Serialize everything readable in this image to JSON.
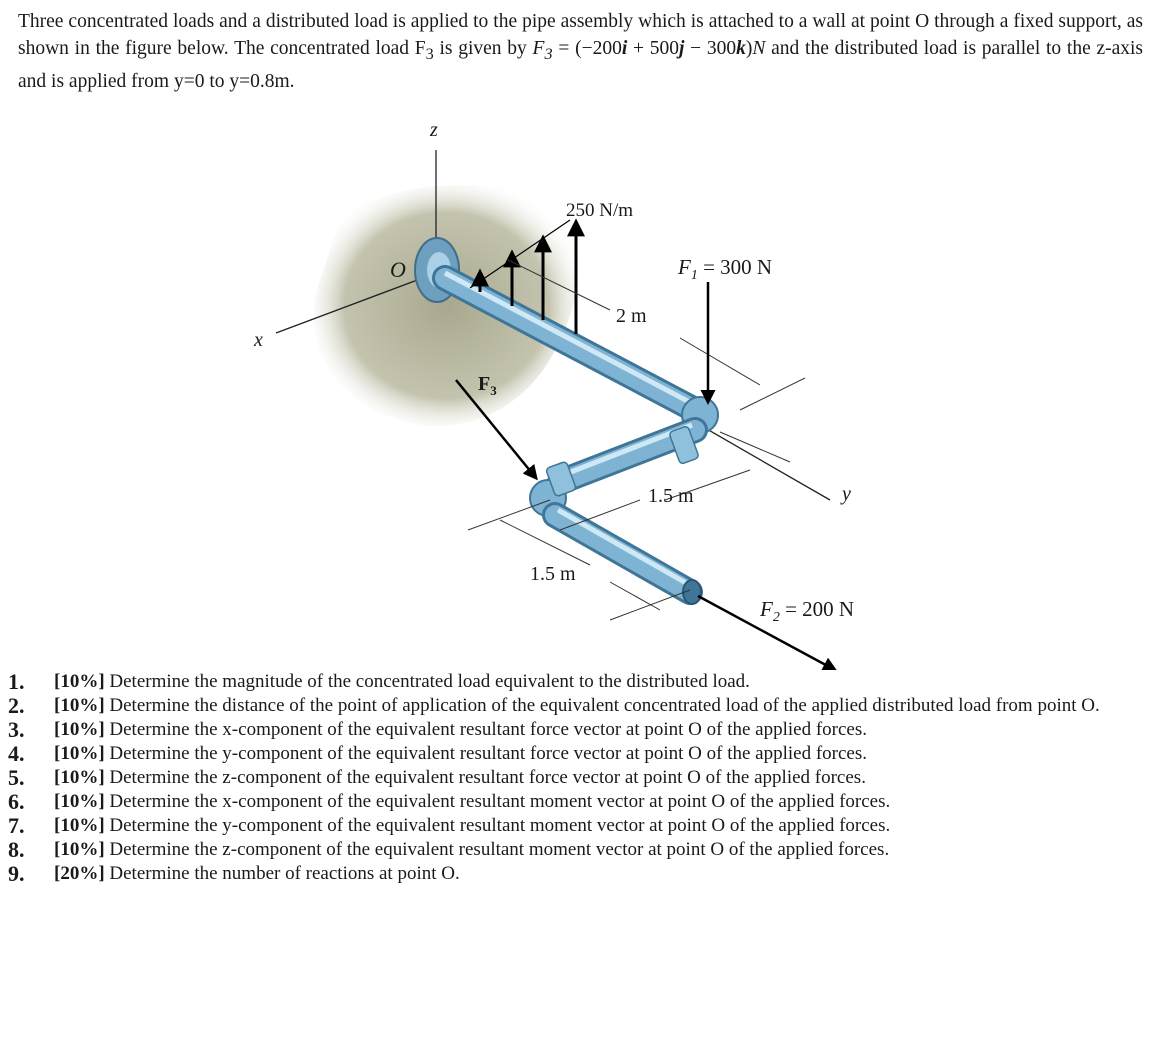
{
  "intro": {
    "line1": "Three concentrated loads and a distributed load is applied to the pipe assembly which is attached to a wall at",
    "line2_a": "point O through a fixed support, as shown in the figure below. The concentrated load F",
    "line2_sub": "3",
    "line2_b": " is given by ",
    "f3_symbol": "F",
    "f3_sub": "3",
    "equals": " =",
    "line3_open": "(−200",
    "i": "i",
    "line3_mid1": " + 500",
    "j": "j",
    "line3_mid2": " − 300",
    "k": "k",
    "line3_close": ")",
    "unit": "N",
    "line3_rest": " and the distributed load is parallel to the z-axis and is applied from y=0 to y=0.8m."
  },
  "figure": {
    "axis_z": "z",
    "axis_x": "x",
    "axis_y": "y",
    "origin": "O",
    "distributed_load": "250 N/m",
    "dim_2m": "2 m",
    "dim_15m_a": "1.5 m",
    "dim_15m_b": "1.5 m",
    "f1_label": "F",
    "f1_sub": "1",
    "f1_value": " = 300 N",
    "f2_label": "F",
    "f2_sub": "2",
    "f2_value": " = 200 N",
    "f3_label": "F",
    "f3_sub": "3",
    "colors": {
      "pipe": "#7fb3d3",
      "pipe_dark": "#4f86a8",
      "pipe_light": "#bfe0f0",
      "wall": "#b9b8a2"
    }
  },
  "questions": [
    {
      "num": "1.",
      "pct": "[10%]",
      "text": " Determine the magnitude of the concentrated load equivalent to the distributed load."
    },
    {
      "num": "2.",
      "pct": "[10%]",
      "text": " Determine the distance of the point of application of the equivalent concentrated load of the applied distributed load from point O."
    },
    {
      "num": "3.",
      "pct": "[10%]",
      "text": " Determine the x-component of the equivalent resultant force vector at point O of the applied forces."
    },
    {
      "num": "4.",
      "pct": "[10%]",
      "text": " Determine the y-component of the equivalent resultant force vector at point O of the applied forces."
    },
    {
      "num": "5.",
      "pct": "[10%]",
      "text": " Determine the z-component of the equivalent resultant force vector at point O of the applied forces."
    },
    {
      "num": "6.",
      "pct": "[10%]",
      "text": " Determine the x-component of the equivalent resultant moment vector at point O of the applied forces."
    },
    {
      "num": "7.",
      "pct": "[10%]",
      "text": " Determine the y-component of the equivalent resultant moment vector at point O of the applied forces."
    },
    {
      "num": "8.",
      "pct": "[10%]",
      "text": " Determine the z-component of the equivalent resultant moment vector at point O of the applied forces."
    },
    {
      "num": "9.",
      "pct": "[20%]",
      "text": " Determine the number of reactions at point O."
    }
  ]
}
